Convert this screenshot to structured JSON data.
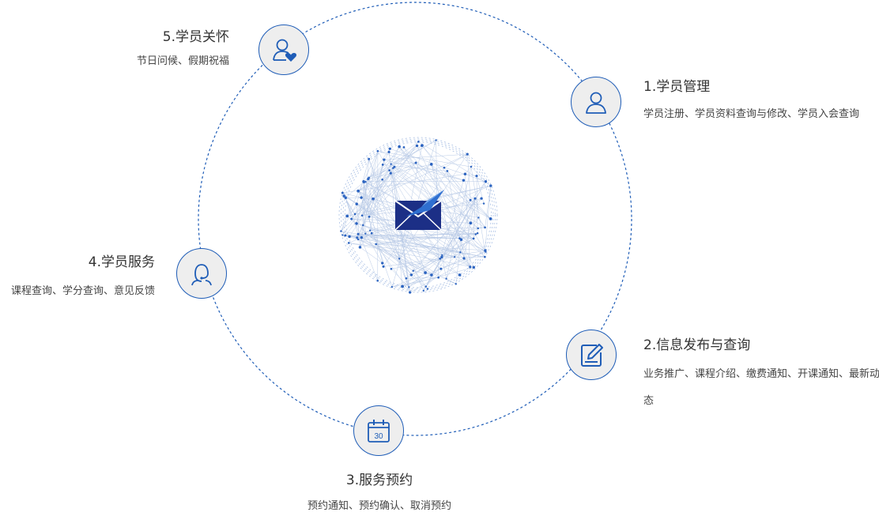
{
  "items": [
    {
      "title": "1.学员管理",
      "desc": "学员注册、学员资料查询与修改、学员入会查询",
      "icon": "user-icon"
    },
    {
      "title": "2.信息发布与查询",
      "desc": "业务推广、课程介绍、缴费通知、开课通知、最新动态",
      "icon": "edit-icon"
    },
    {
      "title": "3.服务预约",
      "desc": "预约通知、预约确认、取消预约",
      "icon": "calendar-icon",
      "calendar_day": "30"
    },
    {
      "title": "4.学员服务",
      "desc": "课程查询、学分查询、意见反馈",
      "icon": "headset-icon"
    },
    {
      "title": "5.学员关怀",
      "desc": "节日问候、假期祝福",
      "icon": "user-heart-icon"
    }
  ],
  "center": {
    "icon": "envelope-bird-logo-icon"
  },
  "colors": {
    "accent": "#1f5db7",
    "node_fill": "#eeeeee",
    "text": "#333333"
  }
}
